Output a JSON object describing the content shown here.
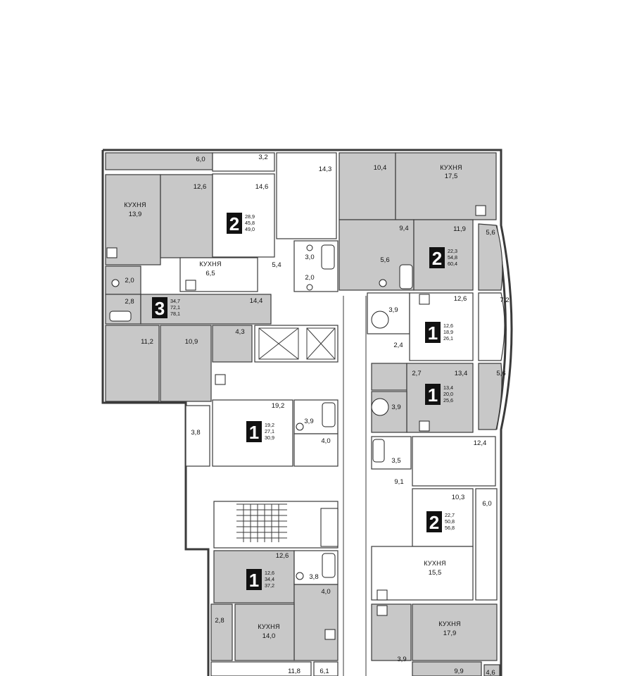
{
  "plan": {
    "rooms": [
      {
        "id": "r1",
        "label": "6,0"
      },
      {
        "id": "r2",
        "label": "3,2"
      },
      {
        "id": "r3",
        "label": "14,3"
      },
      {
        "id": "r4",
        "label": "10,4"
      },
      {
        "id": "r5",
        "label": "КУХНЯ"
      },
      {
        "id": "r6",
        "label": "17,5"
      },
      {
        "id": "r7",
        "label": "КУХНЯ"
      },
      {
        "id": "r8",
        "label": "13,9"
      },
      {
        "id": "r9",
        "label": "12,6"
      },
      {
        "id": "r10",
        "label": "14,6"
      },
      {
        "id": "r11",
        "label": "9,4"
      },
      {
        "id": "r12",
        "label": "11,9"
      },
      {
        "id": "r13",
        "label": "5,6"
      },
      {
        "id": "r14",
        "label": "КУХНЯ"
      },
      {
        "id": "r15",
        "label": "6,5"
      },
      {
        "id": "r16",
        "label": "5,4"
      },
      {
        "id": "r17",
        "label": "3,0"
      },
      {
        "id": "r18",
        "label": "5,6"
      },
      {
        "id": "r19",
        "label": "2,0"
      },
      {
        "id": "r20",
        "label": "2,0"
      },
      {
        "id": "r21",
        "label": "2,8"
      },
      {
        "id": "r22",
        "label": "14,4"
      },
      {
        "id": "r23",
        "label": "3,9"
      },
      {
        "id": "r24",
        "label": "12,6"
      },
      {
        "id": "r25",
        "label": "7,2"
      },
      {
        "id": "r26",
        "label": "4,3"
      },
      {
        "id": "r27",
        "label": "11,2"
      },
      {
        "id": "r28",
        "label": "10,9"
      },
      {
        "id": "r29",
        "label": "2,4"
      },
      {
        "id": "r30",
        "label": "2,7"
      },
      {
        "id": "r31",
        "label": "13,4"
      },
      {
        "id": "r32",
        "label": "5,6"
      },
      {
        "id": "r33",
        "label": "19,2"
      },
      {
        "id": "r34",
        "label": "3,9"
      },
      {
        "id": "r35",
        "label": "3,9"
      },
      {
        "id": "r36",
        "label": "3,8"
      },
      {
        "id": "r37",
        "label": "4,0"
      },
      {
        "id": "r38",
        "label": "12,4"
      },
      {
        "id": "r39",
        "label": "3,5"
      },
      {
        "id": "r40",
        "label": "9,1"
      },
      {
        "id": "r41",
        "label": "10,3"
      },
      {
        "id": "r42",
        "label": "6,0"
      },
      {
        "id": "r43",
        "label": "12,6"
      },
      {
        "id": "r44",
        "label": "3,8"
      },
      {
        "id": "r45",
        "label": "4,0"
      },
      {
        "id": "r46",
        "label": "КУХНЯ"
      },
      {
        "id": "r47",
        "label": "15,5"
      },
      {
        "id": "r48",
        "label": "2,8"
      },
      {
        "id": "r49",
        "label": "КУХНЯ"
      },
      {
        "id": "r50",
        "label": "14,0"
      },
      {
        "id": "r51",
        "label": "КУХНЯ"
      },
      {
        "id": "r52",
        "label": "17,9"
      },
      {
        "id": "r53",
        "label": "11,8"
      },
      {
        "id": "r54",
        "label": "6,1"
      },
      {
        "id": "r55",
        "label": "3,9"
      },
      {
        "id": "r56",
        "label": "9,9"
      },
      {
        "id": "r57",
        "label": "4,6"
      }
    ],
    "apartments": [
      {
        "rooms": "2",
        "a1": "28,9",
        "a2": "45,8",
        "a3": "49,0"
      },
      {
        "rooms": "2",
        "a1": "22,3",
        "a2": "54,8",
        "a3": "60,4"
      },
      {
        "rooms": "3",
        "a1": "34,7",
        "a2": "72,1",
        "a3": "78,1"
      },
      {
        "rooms": "1",
        "a1": "12,6",
        "a2": "18,9",
        "a3": "26,1"
      },
      {
        "rooms": "1",
        "a1": "13,4",
        "a2": "20,0",
        "a3": "25,6"
      },
      {
        "rooms": "1",
        "a1": "19,2",
        "a2": "27,1",
        "a3": "30,9"
      },
      {
        "rooms": "2",
        "a1": "22,7",
        "a2": "50,8",
        "a3": "56,8"
      },
      {
        "rooms": "1",
        "a1": "12,6",
        "a2": "34,4",
        "a3": "37,2"
      }
    ],
    "colors": {
      "room_fill": "#c8c8c8",
      "wall": "#3a3a3a",
      "badge": "#111111"
    }
  }
}
